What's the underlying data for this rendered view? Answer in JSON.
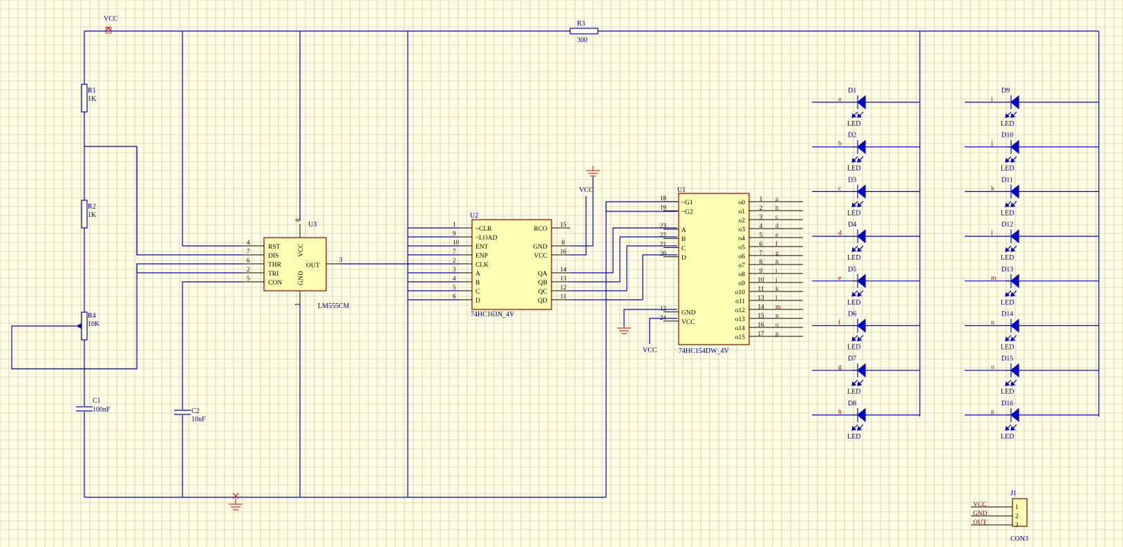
{
  "power": {
    "vcc_top": "VCC",
    "vcc_u2": "VCC",
    "vcc_u1": "VCC"
  },
  "r1": {
    "ref": "R1",
    "val": "1K"
  },
  "r2": {
    "ref": "R2",
    "val": "1K"
  },
  "r3": {
    "ref": "R3",
    "val": "300"
  },
  "r4": {
    "ref": "R4",
    "val": "10K"
  },
  "c1": {
    "ref": "C1",
    "val": "100nF"
  },
  "c2": {
    "ref": "C2",
    "val": "10nF"
  },
  "u3": {
    "ref": "U3",
    "part": "LM555CM",
    "pins": [
      {
        "num": "4",
        "label": "RST"
      },
      {
        "num": "7",
        "label": "DIS"
      },
      {
        "num": "6",
        "label": "THR"
      },
      {
        "num": "2",
        "label": "TRI"
      },
      {
        "num": "5",
        "label": "CON"
      }
    ],
    "vcc_label": "VCC",
    "gnd_label": "GND",
    "vcc_pin": "8",
    "gnd_pin": "1",
    "out_label": "OUT",
    "out_pin": "3"
  },
  "u2": {
    "ref": "U2",
    "part": "74HC163N_4V",
    "left": [
      {
        "num": "1",
        "label": "~CLR"
      },
      {
        "num": "9",
        "label": "~LOAD"
      },
      {
        "num": "10",
        "label": "ENT"
      },
      {
        "num": "7",
        "label": "ENP"
      },
      {
        "num": "2",
        "label": "CLK"
      },
      {
        "num": "3",
        "label": "A"
      },
      {
        "num": "4",
        "label": "B"
      },
      {
        "num": "5",
        "label": "C"
      },
      {
        "num": "6",
        "label": "D"
      }
    ],
    "right": [
      {
        "num": "15",
        "label": "RCO",
        "row": 0
      },
      {
        "num": "8",
        "label": "GND",
        "row": 2
      },
      {
        "num": "16",
        "label": "VCC",
        "row": 3
      },
      {
        "num": "14",
        "label": "QA",
        "row": 5
      },
      {
        "num": "13",
        "label": "QB",
        "row": 6
      },
      {
        "num": "12",
        "label": "QC",
        "row": 7
      },
      {
        "num": "11",
        "label": "QD",
        "row": 8
      }
    ]
  },
  "u1": {
    "ref": "U1",
    "part": "74HC154DW_4V",
    "left": [
      {
        "num": "18",
        "label": "~G1",
        "row": 0
      },
      {
        "num": "19",
        "label": "~G2",
        "row": 1
      },
      {
        "num": "23",
        "label": "A",
        "row": 3
      },
      {
        "num": "22",
        "label": "B",
        "row": 4
      },
      {
        "num": "21",
        "label": "C",
        "row": 5
      },
      {
        "num": "20",
        "label": "D",
        "row": 6
      },
      {
        "num": "12",
        "label": "GND",
        "row": 12
      },
      {
        "num": "24",
        "label": "VCC",
        "row": 13
      }
    ],
    "outputs": [
      {
        "num": "1",
        "label": "o0",
        "net": "a"
      },
      {
        "num": "2",
        "label": "o1",
        "net": "b"
      },
      {
        "num": "3",
        "label": "o2",
        "net": "c"
      },
      {
        "num": "4",
        "label": "o3",
        "net": "d"
      },
      {
        "num": "5",
        "label": "o4",
        "net": "e"
      },
      {
        "num": "6",
        "label": "o5",
        "net": "f"
      },
      {
        "num": "7",
        "label": "o6",
        "net": "g"
      },
      {
        "num": "8",
        "label": "o7",
        "net": "h"
      },
      {
        "num": "9",
        "label": "o8",
        "net": "i"
      },
      {
        "num": "10",
        "label": "o9",
        "net": "j"
      },
      {
        "num": "11",
        "label": "o10",
        "net": "k"
      },
      {
        "num": "13",
        "label": "o11",
        "net": "l"
      },
      {
        "num": "14",
        "label": "o12",
        "net": "m"
      },
      {
        "num": "15",
        "label": "o13",
        "net": "n"
      },
      {
        "num": "16",
        "label": "o14",
        "net": "o"
      },
      {
        "num": "17",
        "label": "o15",
        "net": "p"
      }
    ]
  },
  "leds": [
    {
      "ref": "D1",
      "net": "a",
      "val": "LED"
    },
    {
      "ref": "D2",
      "net": "b",
      "val": "LED"
    },
    {
      "ref": "D3",
      "net": "c",
      "val": "LED"
    },
    {
      "ref": "D4",
      "net": "d",
      "val": "LED"
    },
    {
      "ref": "D5",
      "net": "e",
      "val": "LED"
    },
    {
      "ref": "D6",
      "net": "f",
      "val": "LED"
    },
    {
      "ref": "D7",
      "net": "g",
      "val": "LED"
    },
    {
      "ref": "D8",
      "net": "h",
      "val": "LED"
    },
    {
      "ref": "D9",
      "net": "i",
      "val": "LED"
    },
    {
      "ref": "D10",
      "net": "j",
      "val": "LED"
    },
    {
      "ref": "D11",
      "net": "k",
      "val": "LED"
    },
    {
      "ref": "D12",
      "net": "l",
      "val": "LED"
    },
    {
      "ref": "D13",
      "net": "m",
      "val": "LED"
    },
    {
      "ref": "D14",
      "net": "n",
      "val": "LED"
    },
    {
      "ref": "D15",
      "net": "o",
      "val": "LED"
    },
    {
      "ref": "D16",
      "net": "p",
      "val": "LED"
    }
  ],
  "j1": {
    "ref": "J1",
    "part": "CON3",
    "pins": [
      {
        "num": "1",
        "net": "VCC"
      },
      {
        "num": "2",
        "net": "GND"
      },
      {
        "num": "3",
        "net": "OUT"
      }
    ]
  },
  "colors": {
    "wire": "#0000cc",
    "body": "#ffffb3",
    "body_border": "#8b0000",
    "background": "#fffde3",
    "ground": "#cc0000"
  }
}
